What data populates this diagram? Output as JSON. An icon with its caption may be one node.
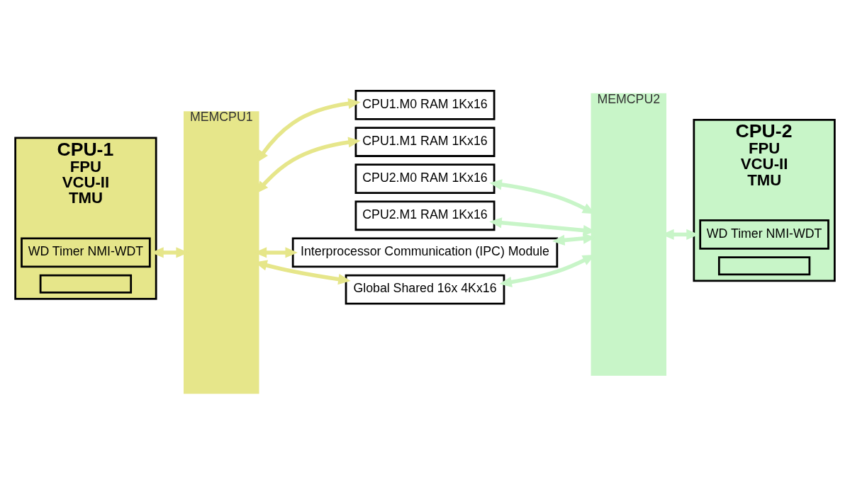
{
  "diagram": {
    "nodes": [
      {
        "text": [
          "MEMCPU1"
        ]
      },
      {
        "text": [
          "CPU-1",
          "FPU",
          "VCU-II",
          "TMU"
        ]
      },
      {
        "text": [
          "WD Timer NMI-WDT"
        ],
        "in": 1
      },
      {
        "text": [],
        "shape": "box",
        "in": 1
      },
      {
        "text": [
          "CPU1.M0 RAM 1Kx16"
        ]
      },
      {
        "text": [
          "CPU1.M1 RAM 1Kx16"
        ]
      },
      {
        "text": [
          "CPU2.M0 RAM 1Kx16"
        ]
      },
      {
        "text": [
          "CPU2.M1 RAM 1Kx16"
        ]
      },
      {
        "text": [
          "Interprocessor Communication (IPC) Module"
        ]
      },
      {
        "text": [
          "Global Shared 16x 4Kx16"
        ]
      },
      {
        "text": [
          "MEMCPU2"
        ]
      },
      {
        "text": [
          "CPU-2",
          "FPU",
          "VCU-II",
          "TMU"
        ]
      },
      {
        "text": [
          "WD Timer NMI-WDT"
        ],
        "in": 11
      },
      {
        "text": [],
        "shape": "box",
        "in": 11
      }
    ],
    "edges": [
      {
        "from": 1,
        "to": 0,
        "arrow": "both",
        "color": "#e6e68a"
      },
      {
        "from": 0,
        "to": 4,
        "arrow": "both",
        "color": "#e6e68a"
      },
      {
        "from": 0,
        "to": 5,
        "arrow": "both",
        "color": "#e6e68a"
      },
      {
        "from": 0,
        "to": 8,
        "arrow": "both",
        "color": "#e6e68a"
      },
      {
        "from": 0,
        "to": 9,
        "arrow": "both",
        "color": "#e6e68a"
      },
      {
        "from": 6,
        "to": 10,
        "arrow": "both",
        "color": "#c8f5c8"
      },
      {
        "from": 7,
        "to": 10,
        "arrow": "both",
        "color": "#c8f5c8"
      },
      {
        "from": 8,
        "to": 10,
        "arrow": "both",
        "color": "#c8f5c8"
      },
      {
        "from": 9,
        "to": 10,
        "arrow": "both",
        "color": "#c8f5c8"
      },
      {
        "from": 10,
        "to": 11,
        "arrow": "both",
        "color": "#c8f5c8"
      }
    ]
  }
}
